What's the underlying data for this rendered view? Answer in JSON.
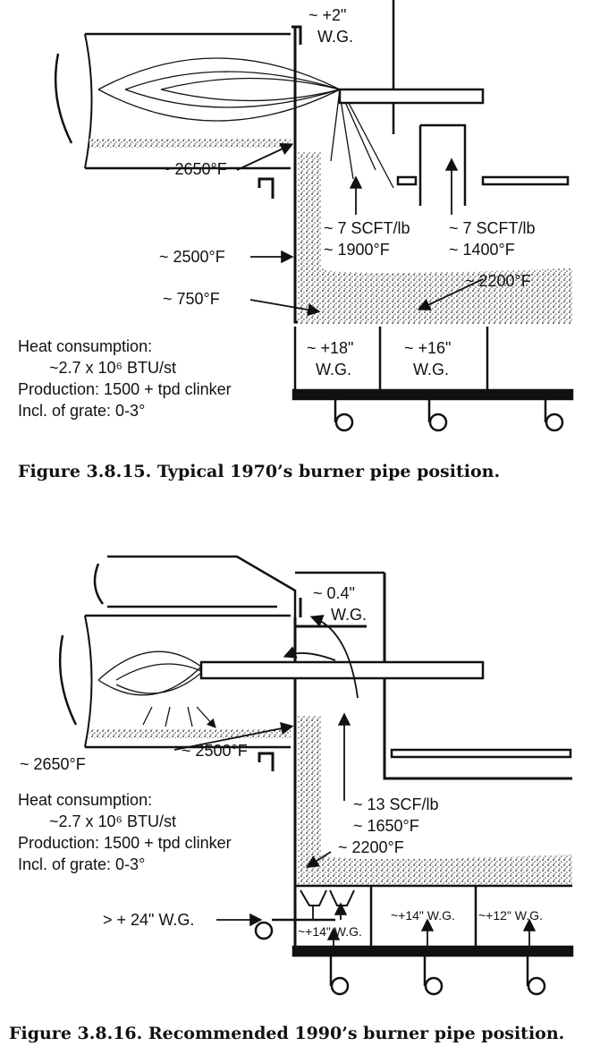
{
  "figure1": {
    "caption": "Figure 3.8.15. Typical 1970’s burner pipe position.",
    "labels": {
      "hood_pressure_1": "~ +2\"",
      "hood_pressure_2": "W.G.",
      "kiln_temp": "~ 2650°F",
      "air1_flow": "~ 7 SCFT/lb",
      "air1_temp": "~ 1900°F",
      "air2_flow": "~ 7 SCFT/lb",
      "air2_temp": "~ 1400°F",
      "wall_temp": "~ 2500°F",
      "bed_temp_low": "~ 750°F",
      "bed_temp_high": "~ 2200°F",
      "chamber1_1": "~ +18\"",
      "chamber1_2": "W.G.",
      "chamber2_1": "~ +16\"",
      "chamber2_2": "W.G."
    },
    "notes": [
      "Heat consumption:",
      "~2.7 x 10⁶ BTU/st",
      "Production: 1500 + tpd clinker",
      "Incl. of grate: 0-3°"
    ]
  },
  "figure2": {
    "caption": "Figure 3.8.16. Recommended 1990’s burner pipe position.",
    "labels": {
      "hood_pressure_1": "~ 0.4\"",
      "hood_pressure_2": "W.G.",
      "kiln_temp": "~ 2650°F",
      "nose_temp": "~ 2500°F",
      "air_flow": "~ 13 SCF/lb",
      "air_temp": "~ 1650°F",
      "bed_temp": "~ 2200°F",
      "fan_pressure": "> + 24\" W.G.",
      "chamber1": "~+14\" W.G.",
      "chamber2": "~+14\" W.G.",
      "chamber3": "~+12\" W.G."
    },
    "notes": [
      "Heat consumption:",
      "~2.7 x 10⁶ BTU/st",
      "Production: 1500 + tpd clinker",
      "Incl. of grate: 0-3°"
    ]
  }
}
